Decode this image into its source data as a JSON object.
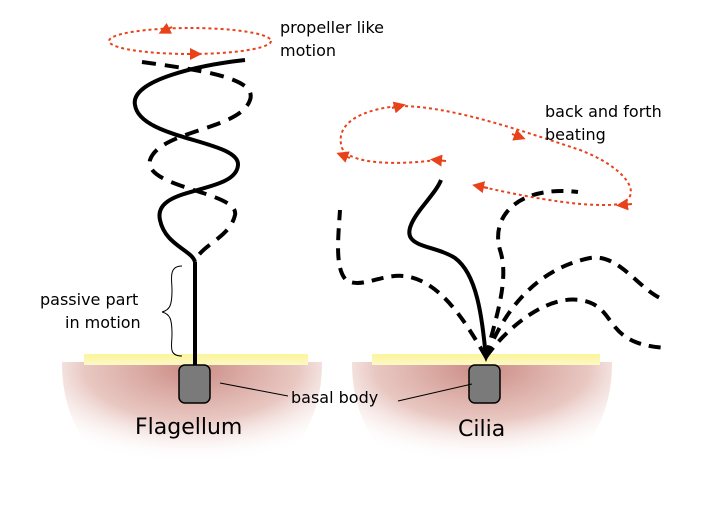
{
  "labels": {
    "propeller_line1": "propeller like",
    "propeller_line2": "motion",
    "back_forth_line1": "back and forth",
    "back_forth_line2": "beating",
    "passive_line1": "passive part",
    "passive_line2": "in motion",
    "basal_body": "basal body",
    "flagellum": "Flagellum",
    "cilia": "Cilia"
  },
  "colors": {
    "motion_arrow": "#e8421a",
    "structure": "#000000",
    "membrane": "#fbf59a",
    "cell_interior": "#c98a82",
    "basal_body_fill": "#7a7a7a"
  }
}
